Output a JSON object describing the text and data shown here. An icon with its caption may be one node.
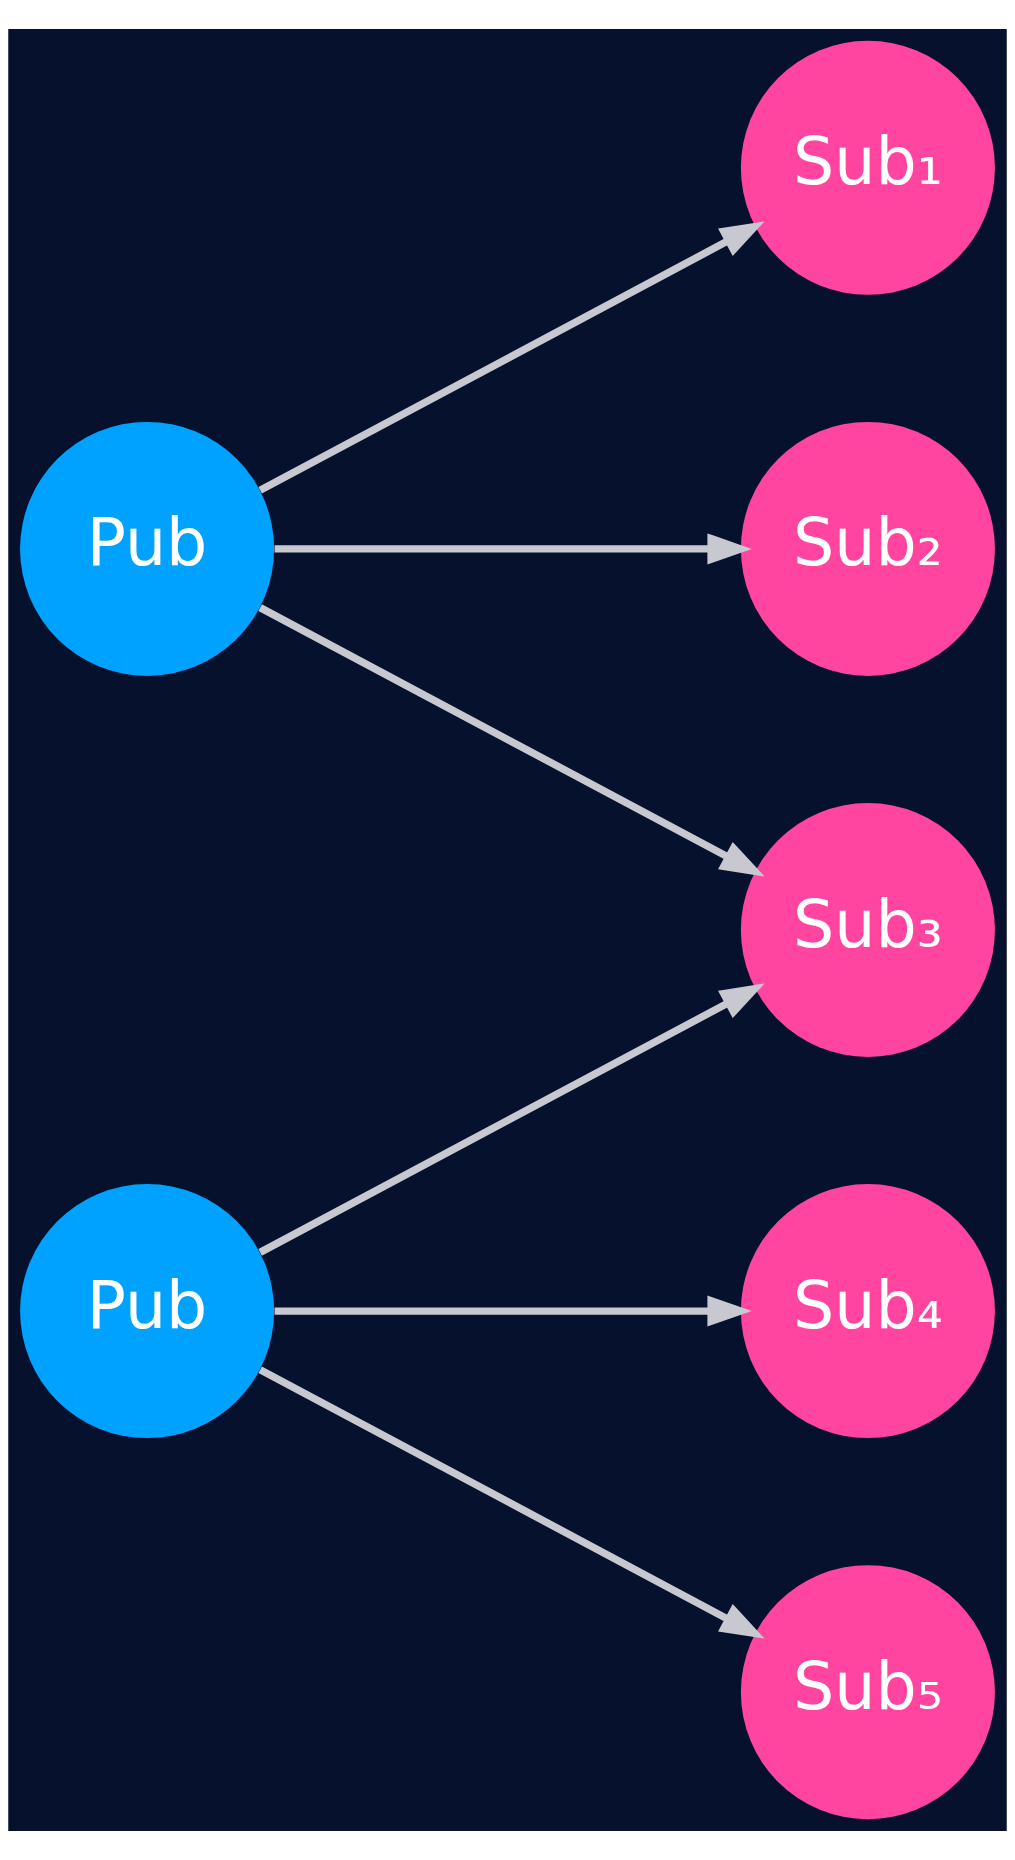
{
  "diagram": {
    "nodes": [
      {
        "text": [
          "Sub₁"
        ]
      },
      {
        "text": [
          "Sub₂"
        ]
      },
      {
        "text": [
          "Pub"
        ]
      },
      {
        "text": [
          "Sub₃"
        ]
      },
      {
        "text": [
          "Sub₄"
        ]
      },
      {
        "text": [
          "Pub"
        ]
      },
      {
        "text": [
          "Sub₅"
        ]
      }
    ],
    "edges": [
      {
        "from": 2,
        "to": 0,
        "arrow": "to"
      },
      {
        "from": 2,
        "to": 1,
        "arrow": "to"
      },
      {
        "from": 2,
        "to": 3,
        "arrow": "to"
      },
      {
        "from": 5,
        "to": 3,
        "arrow": "to"
      },
      {
        "from": 5,
        "to": 4,
        "arrow": "to"
      },
      {
        "from": 5,
        "to": 6,
        "arrow": "to"
      }
    ]
  }
}
